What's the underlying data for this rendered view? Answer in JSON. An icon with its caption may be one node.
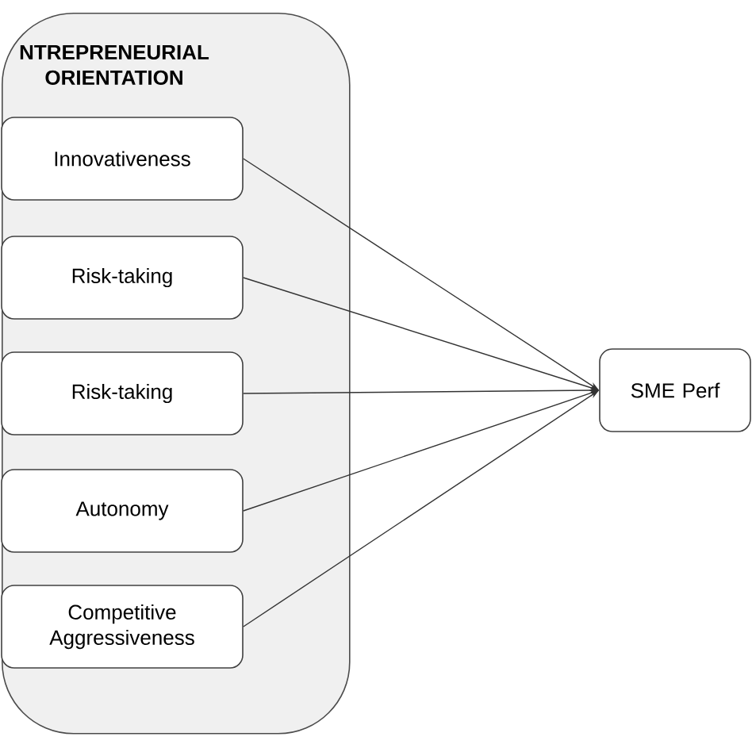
{
  "diagram": {
    "nodes": [
      {
        "text": [
          "NTREPRENEURIAL ORIENTATION"
        ]
      },
      {
        "text": [
          "Innovativeness"
        ],
        "in": 0
      },
      {
        "text": [
          "Risk-taking"
        ],
        "in": 0
      },
      {
        "text": [
          "Risk-taking"
        ],
        "in": 0
      },
      {
        "text": [
          "Autonomy"
        ],
        "in": 0
      },
      {
        "text": [
          "Competitive Aggressiveness"
        ],
        "in": 0
      },
      {
        "text": [
          "SME Perf"
        ]
      }
    ],
    "edges": [
      {
        "from": 1,
        "to": 6,
        "arrow": "to"
      },
      {
        "from": 2,
        "to": 6,
        "arrow": "to"
      },
      {
        "from": 3,
        "to": 6,
        "arrow": "to"
      },
      {
        "from": 4,
        "to": 6,
        "arrow": "to"
      },
      {
        "from": 5,
        "to": 6,
        "arrow": "to"
      }
    ]
  }
}
